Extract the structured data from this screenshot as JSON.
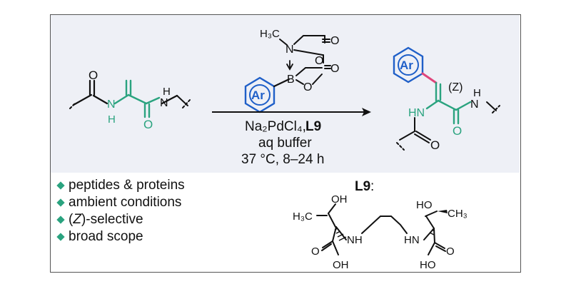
{
  "colors": {
    "frame_border": "#555555",
    "top_panel_bg": "#eef0f6",
    "bond": "#111111",
    "highlight_green": "#2aa37f",
    "aryl_blue": "#1f5fc8",
    "new_bond_pink": "#e0457b"
  },
  "reagent": {
    "aryl_label": "Ar",
    "boron": "B",
    "nitrogen": "N",
    "methyl": "H₃C",
    "oxygen": "O"
  },
  "starting_material": {
    "oxygen": "O",
    "nh_n": "N",
    "nh_h": "H",
    "right_n": "N",
    "right_h": "H"
  },
  "conditions": {
    "catalyst": "Na₂PdCl₄,",
    "ligand": "L9",
    "solvent": "aq buffer",
    "temp_time": "37 °C, 8–24 h"
  },
  "product": {
    "aryl_label": "Ar",
    "stereo_label": "(Z)",
    "right_n": "N",
    "right_h": "H",
    "left_hn": "HN",
    "oxygen": "O"
  },
  "bullets": [
    {
      "prefix": "",
      "italic": "",
      "suffix": "peptides & proteins"
    },
    {
      "prefix": "",
      "italic": "",
      "suffix": "ambient conditions"
    },
    {
      "prefix": "(",
      "italic": "Z",
      "suffix": ")-selective"
    },
    {
      "prefix": "",
      "italic": "",
      "suffix": "broad scope"
    }
  ],
  "ligand": {
    "name": "L9",
    "colon": ":",
    "oh": "OH",
    "ho": "HO",
    "h3c": "H₃C",
    "ch3": "CH₃",
    "nh": "NH",
    "hn": "HN",
    "o": "O"
  }
}
